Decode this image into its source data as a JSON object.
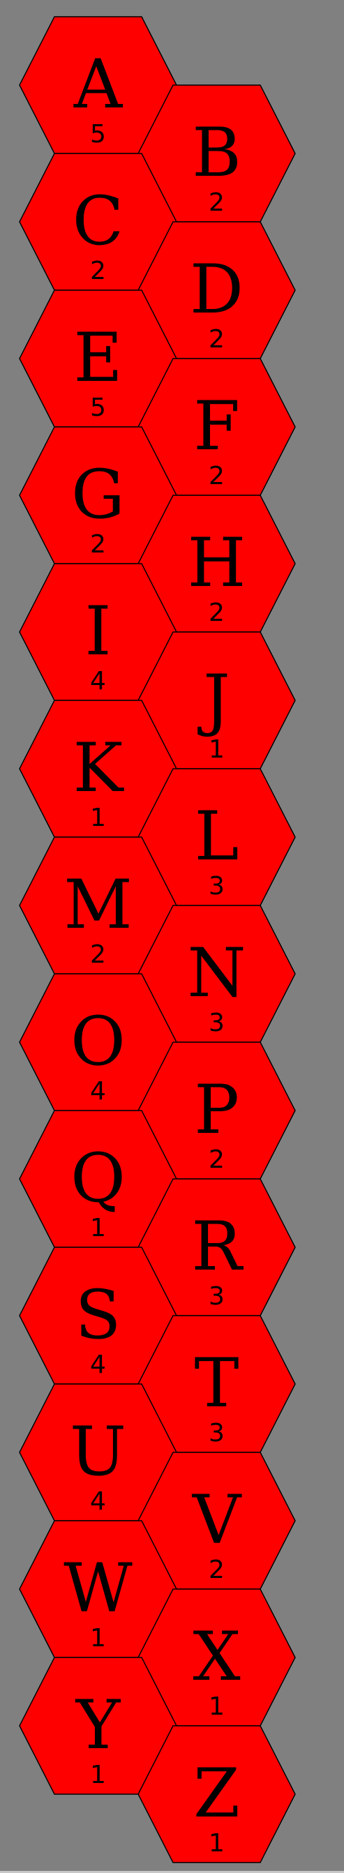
{
  "board": {
    "background_color": "#808080",
    "tile_color": "#ff0000",
    "outline_color": "#000000",
    "tiles": [
      {
        "letter": "A",
        "count": "5"
      },
      {
        "letter": "B",
        "count": "2"
      },
      {
        "letter": "C",
        "count": "2"
      },
      {
        "letter": "D",
        "count": "2"
      },
      {
        "letter": "E",
        "count": "5"
      },
      {
        "letter": "F",
        "count": "2"
      },
      {
        "letter": "G",
        "count": "2"
      },
      {
        "letter": "H",
        "count": "2"
      },
      {
        "letter": "I",
        "count": "4"
      },
      {
        "letter": "J",
        "count": "1"
      },
      {
        "letter": "K",
        "count": "1"
      },
      {
        "letter": "L",
        "count": "3"
      },
      {
        "letter": "M",
        "count": "2"
      },
      {
        "letter": "N",
        "count": "3"
      },
      {
        "letter": "O",
        "count": "4"
      },
      {
        "letter": "P",
        "count": "2"
      },
      {
        "letter": "Q",
        "count": "1"
      },
      {
        "letter": "R",
        "count": "3"
      },
      {
        "letter": "S",
        "count": "4"
      },
      {
        "letter": "T",
        "count": "3"
      },
      {
        "letter": "U",
        "count": "4"
      },
      {
        "letter": "V",
        "count": "2"
      },
      {
        "letter": "W",
        "count": "1"
      },
      {
        "letter": "X",
        "count": "1"
      },
      {
        "letter": "Y",
        "count": "1"
      },
      {
        "letter": "Z",
        "count": "1"
      }
    ]
  }
}
